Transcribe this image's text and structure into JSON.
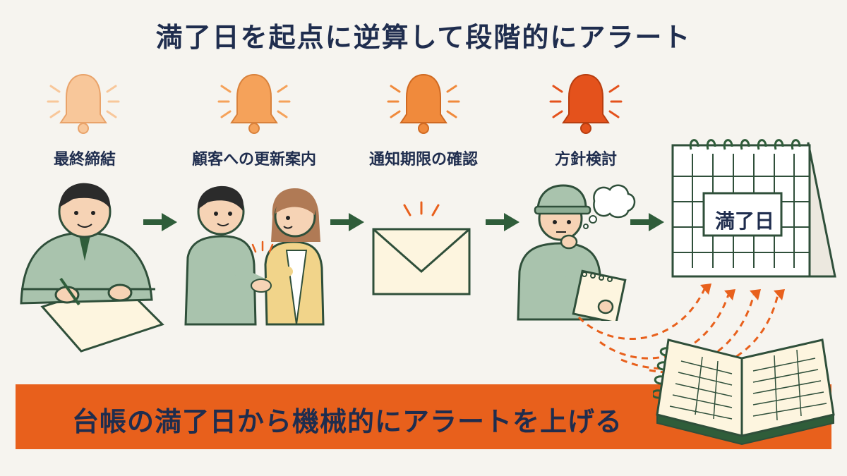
{
  "title": "満了日を起点に逆算して段階的にアラート",
  "steps": [
    {
      "label": "最終締結",
      "bell_color": "#f8c79a"
    },
    {
      "label": "顧客への更新案内",
      "bell_color": "#f5a25a"
    },
    {
      "label": "通知期限の確認",
      "bell_color": "#f08a3c"
    },
    {
      "label": "方針検討",
      "bell_color": "#e4521c"
    }
  ],
  "calendar": {
    "label": "満了日"
  },
  "banner": {
    "text": "台帳の満了日から機械的にアラートを上げる"
  },
  "colors": {
    "accent": "#e8601c",
    "text": "#1f2d4e",
    "arrow": "#2f5d3a",
    "outline": "#2f4f3a",
    "uniform": "#a9c3ad",
    "background": "#f6f4ef"
  }
}
